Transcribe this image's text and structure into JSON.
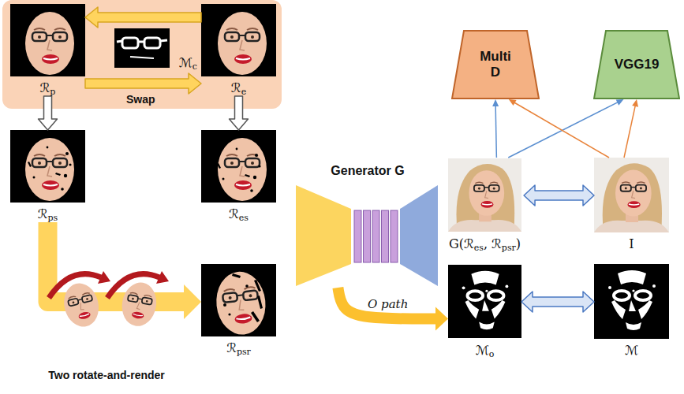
{
  "diagram": {
    "nodes": [
      {
        "text": [
          "Swap"
        ]
      },
      {
        "text": [
          "ℛp"
        ],
        "in": 0
      },
      {
        "text": [
          "ℳc"
        ],
        "in": 0
      },
      {
        "text": [
          "ℛe"
        ],
        "in": 0
      },
      {
        "text": [
          "ℛps"
        ]
      },
      {
        "text": [
          "ℛes"
        ]
      },
      {
        "text": [
          "Two rotate-and-render"
        ]
      },
      {
        "text": [
          "ℛpsr"
        ]
      },
      {
        "text": [
          "Generator G"
        ]
      },
      {
        "text": [
          "Multi D"
        ]
      },
      {
        "text": [
          "VGG19"
        ]
      },
      {
        "text": [
          "G(ℛes, ℛpsr)"
        ]
      },
      {
        "text": [
          "I"
        ]
      },
      {
        "text": [
          "ℳo"
        ]
      },
      {
        "text": [
          "ℳ"
        ]
      }
    ],
    "edges": [
      {
        "from": 3,
        "to": 1,
        "arrow": "to"
      },
      {
        "from": 1,
        "to": 3,
        "arrow": "to"
      },
      {
        "from": 1,
        "to": 4,
        "arrow": "to"
      },
      {
        "from": 3,
        "to": 5,
        "arrow": "to"
      },
      {
        "from": 4,
        "to": 7,
        "arrow": "to"
      },
      {
        "from": 8,
        "to": 13,
        "label": "O path",
        "arrow": "to"
      },
      {
        "from": 11,
        "to": 12,
        "arrow": "both"
      },
      {
        "from": 13,
        "to": 14,
        "arrow": "both"
      },
      {
        "from": 11,
        "to": 9,
        "arrow": "to"
      },
      {
        "from": 11,
        "to": 10,
        "arrow": "to"
      },
      {
        "from": 12,
        "to": 9,
        "arrow": "to"
      },
      {
        "from": 12,
        "to": 10,
        "arrow": "to"
      }
    ]
  }
}
